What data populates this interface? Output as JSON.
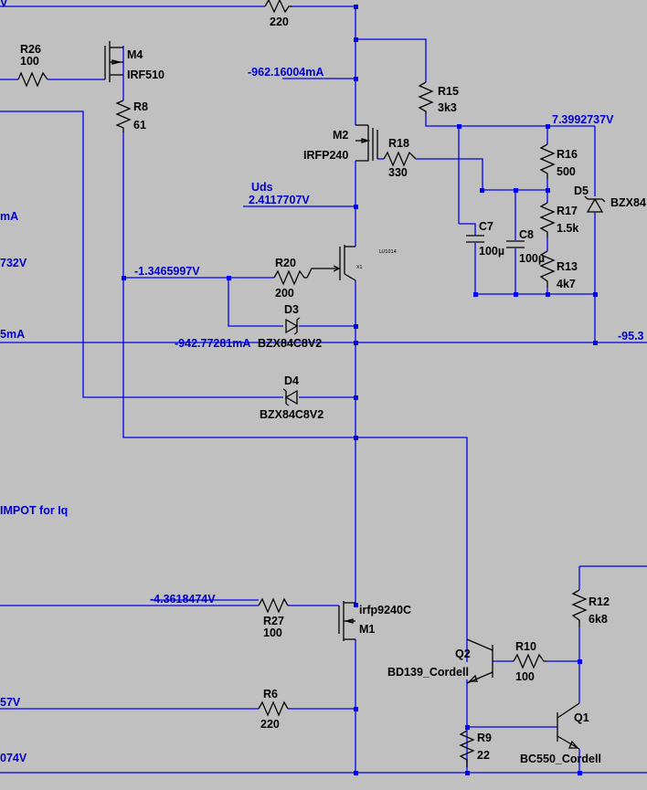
{
  "components": {
    "r26": {
      "ref": "R26",
      "value": "100"
    },
    "m4": {
      "ref": "M4",
      "model": "IRF510"
    },
    "r8": {
      "ref": "R8",
      "value": "61"
    },
    "r_top": {
      "value": "220"
    },
    "r15": {
      "ref": "R15",
      "value": "3k3"
    },
    "m2": {
      "ref": "M2",
      "model": "IRFP240"
    },
    "r18": {
      "ref": "R18",
      "value": "330"
    },
    "r16": {
      "ref": "R16",
      "value": "500"
    },
    "r17": {
      "ref": "R17",
      "value": "1.5k"
    },
    "r13": {
      "ref": "R13",
      "value": "4k7"
    },
    "c7": {
      "ref": "C7",
      "value": "100µ"
    },
    "c8": {
      "ref": "C8",
      "value": "100µ"
    },
    "d5": {
      "ref": "D5",
      "model": "BZX84"
    },
    "r20": {
      "ref": "R20",
      "value": "200"
    },
    "x1": {
      "ref": "X1",
      "part": "LU1014"
    },
    "d3": {
      "ref": "D3",
      "model": "BZX84C8V2"
    },
    "d4": {
      "ref": "D4",
      "model": "BZX84C8V2"
    },
    "r27": {
      "ref": "R27",
      "value": "100"
    },
    "m1": {
      "ref": "M1",
      "model": "irfp9240C"
    },
    "r6": {
      "ref": "R6",
      "value": "220"
    },
    "q2": {
      "ref": "Q2",
      "model": "BD139_Cordell"
    },
    "r10": {
      "ref": "R10",
      "value": "100"
    },
    "r12": {
      "ref": "R12",
      "value": "6k8"
    },
    "q1": {
      "ref": "Q1",
      "model": "BC550_Cordell"
    },
    "r9": {
      "ref": "R9",
      "value": "22"
    }
  },
  "annotations": {
    "i_m2": "-962.16004mA",
    "v_top_right": "7.3992737V",
    "uds_label": "Uds",
    "uds_value": "2.4117707V",
    "v_r20": "-1.3465997V",
    "i_d3": "-942.77281mA",
    "v_right_edge": "-95.3",
    "v_m1_gate": "-4.3618474V",
    "note_iq": "IMPOT for Iq",
    "edge_left_1": "mA",
    "edge_left_2": "732V",
    "edge_left_3": "5mA",
    "edge_left_4": "57V",
    "edge_left_5": "074V",
    "edge_top_left": "V"
  },
  "colors": {
    "background": "#c0c0c0",
    "wire": "#0000ee",
    "symbol": "#000000",
    "net_label": "#0000cc"
  }
}
